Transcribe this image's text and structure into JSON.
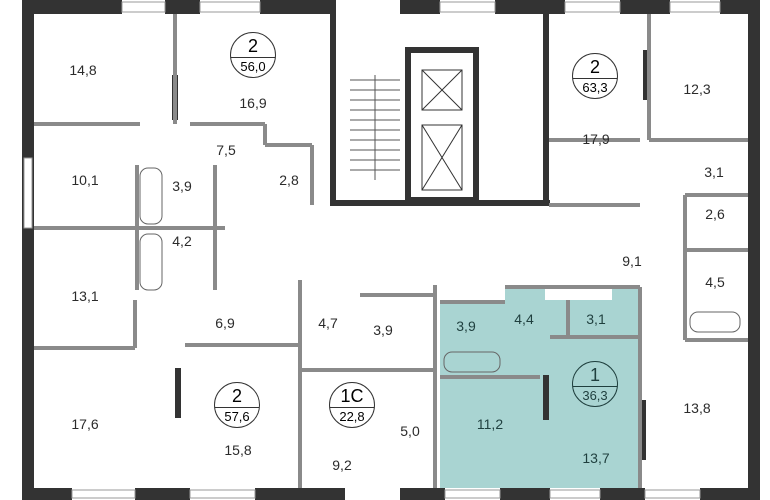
{
  "title": "Floor plan",
  "highlight_color": "#a9d4d2",
  "apartments": [
    {
      "type": "2",
      "area": "56,0"
    },
    {
      "type": "2",
      "area": "57,6"
    },
    {
      "type": "1С",
      "area": "22,8"
    },
    {
      "type": "1",
      "area": "36,3",
      "highlighted": true
    },
    {
      "type": "2",
      "area": "63,3"
    }
  ],
  "rooms": [
    "14,8",
    "16,9",
    "7,5",
    "2,8",
    "10,1",
    "3,9",
    "4,2",
    "13,1",
    "6,9",
    "17,6",
    "15,8",
    "4,7",
    "3,9",
    "5,0",
    "9,2",
    "3,9",
    "4,4",
    "3,1",
    "11,2",
    "13,7",
    "9,1",
    "17,9",
    "12,3",
    "3,1",
    "2,6",
    "4,5",
    "13,8"
  ]
}
